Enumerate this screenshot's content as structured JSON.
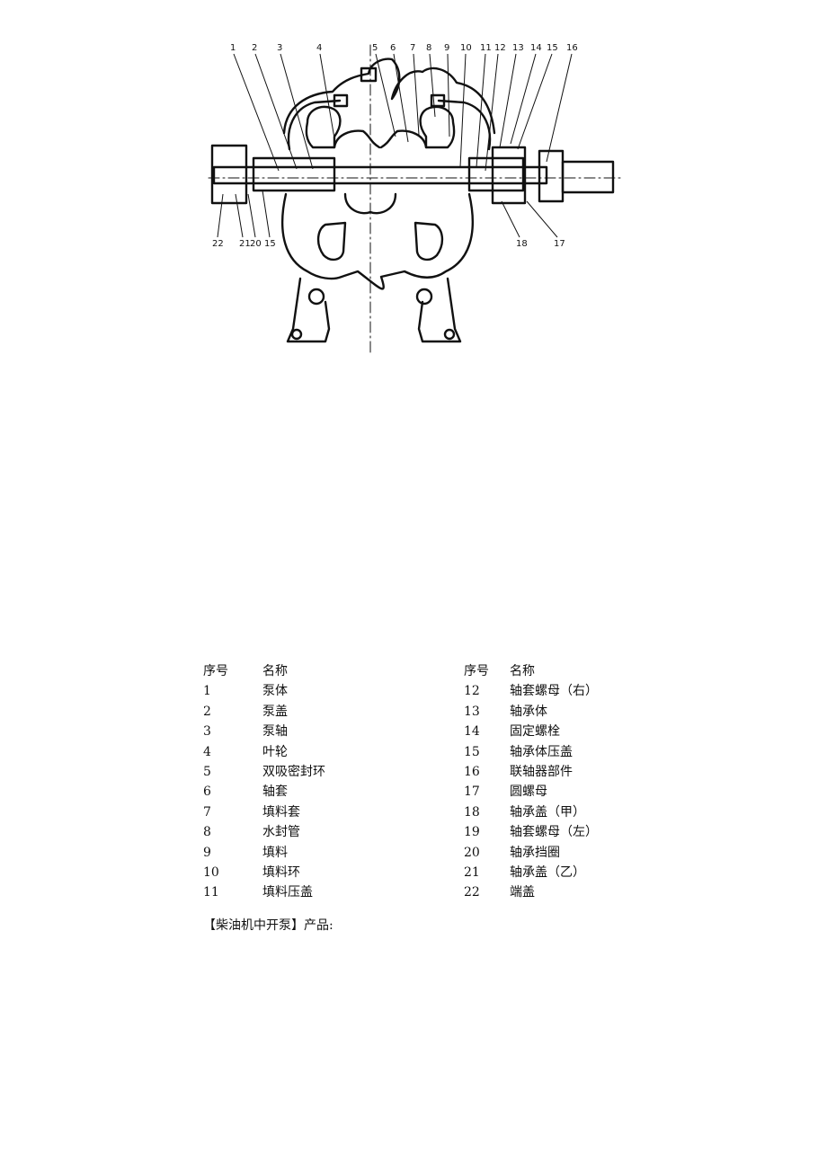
{
  "diagram": {
    "callouts_top": [
      "1",
      "2",
      "3",
      "4",
      "5",
      "6",
      "7",
      "8",
      "9",
      "10",
      "11",
      "12",
      "13",
      "14",
      "15",
      "16"
    ],
    "callouts_bottom_left": [
      "22",
      "21",
      "20",
      "15"
    ],
    "callouts_bottom_right": [
      "18",
      "17"
    ]
  },
  "parts_table": {
    "headers": {
      "index": "序号",
      "name": "名称"
    },
    "left": [
      {
        "index": "1",
        "name": "泵体"
      },
      {
        "index": "2",
        "name": "泵盖"
      },
      {
        "index": "3",
        "name": "泵轴"
      },
      {
        "index": "4",
        "name": "叶轮"
      },
      {
        "index": "5",
        "name": "双吸密封环"
      },
      {
        "index": "6",
        "name": "轴套"
      },
      {
        "index": "7",
        "name": "填料套"
      },
      {
        "index": "8",
        "name": "水封管"
      },
      {
        "index": "9",
        "name": "填料"
      },
      {
        "index": "10",
        "name": "填料环"
      },
      {
        "index": "11",
        "name": "填料压盖"
      }
    ],
    "right": [
      {
        "index": "12",
        "name": "轴套螺母（右）"
      },
      {
        "index": "13",
        "name": "轴承体"
      },
      {
        "index": "14",
        "name": "固定螺栓"
      },
      {
        "index": "15",
        "name": "轴承体压盖"
      },
      {
        "index": "16",
        "name": "联轴器部件"
      },
      {
        "index": "17",
        "name": "圆螺母"
      },
      {
        "index": "18",
        "name": "轴承盖（甲）"
      },
      {
        "index": "19",
        "name": "轴套螺母（左）"
      },
      {
        "index": "20",
        "name": "轴承挡圈"
      },
      {
        "index": "21",
        "name": "轴承盖（乙）"
      },
      {
        "index": "22",
        "name": "端盖"
      }
    ]
  },
  "caption": "【柴油机中开泵】产品:"
}
